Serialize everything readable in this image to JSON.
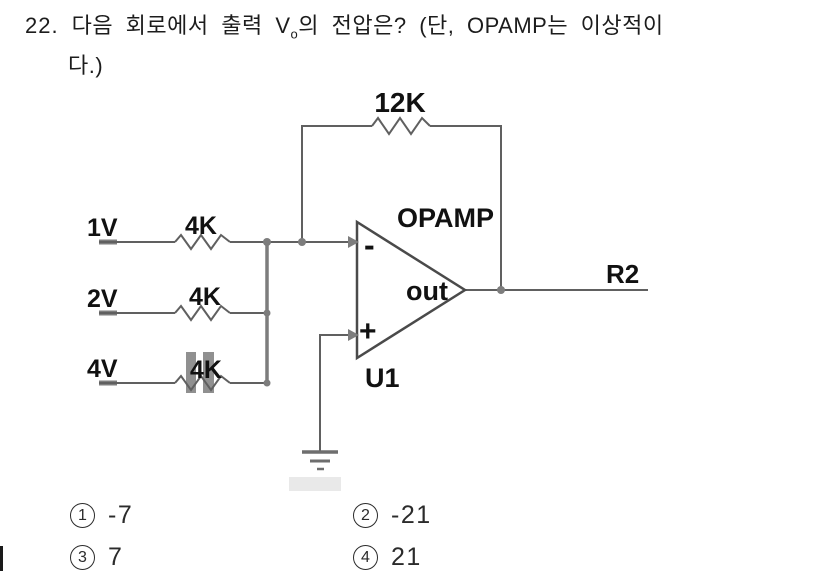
{
  "question": {
    "number": "22.",
    "line1_prefix": "다음 회로에서 출력 ",
    "v_symbol": "V",
    "v_subscript": "o",
    "line1_suffix": "의 전압은? (단, OPAMP는 이상적이",
    "line2": "다.)"
  },
  "circuit": {
    "feedback_resistor": "12K",
    "opamp_label": "OPAMP",
    "opamp_ref": "U1",
    "output_pin_label": "out",
    "output_net_label": "R2",
    "inverting_sign": "-",
    "noninverting_sign": "+",
    "inputs": [
      {
        "source": "1V",
        "resistor": "4K"
      },
      {
        "source": "2V",
        "resistor": "4K"
      },
      {
        "source": "4V",
        "resistor": "4K"
      }
    ]
  },
  "choices": [
    {
      "number": "1",
      "label": "-7"
    },
    {
      "number": "2",
      "label": "-21"
    },
    {
      "number": "3",
      "label": "7"
    },
    {
      "number": "4",
      "label": "21"
    }
  ],
  "colors": {
    "background": "#ffffff",
    "wire": "#606060",
    "terminal": "#7d7d7d",
    "ink": "#111111",
    "smudge": "#909090"
  }
}
